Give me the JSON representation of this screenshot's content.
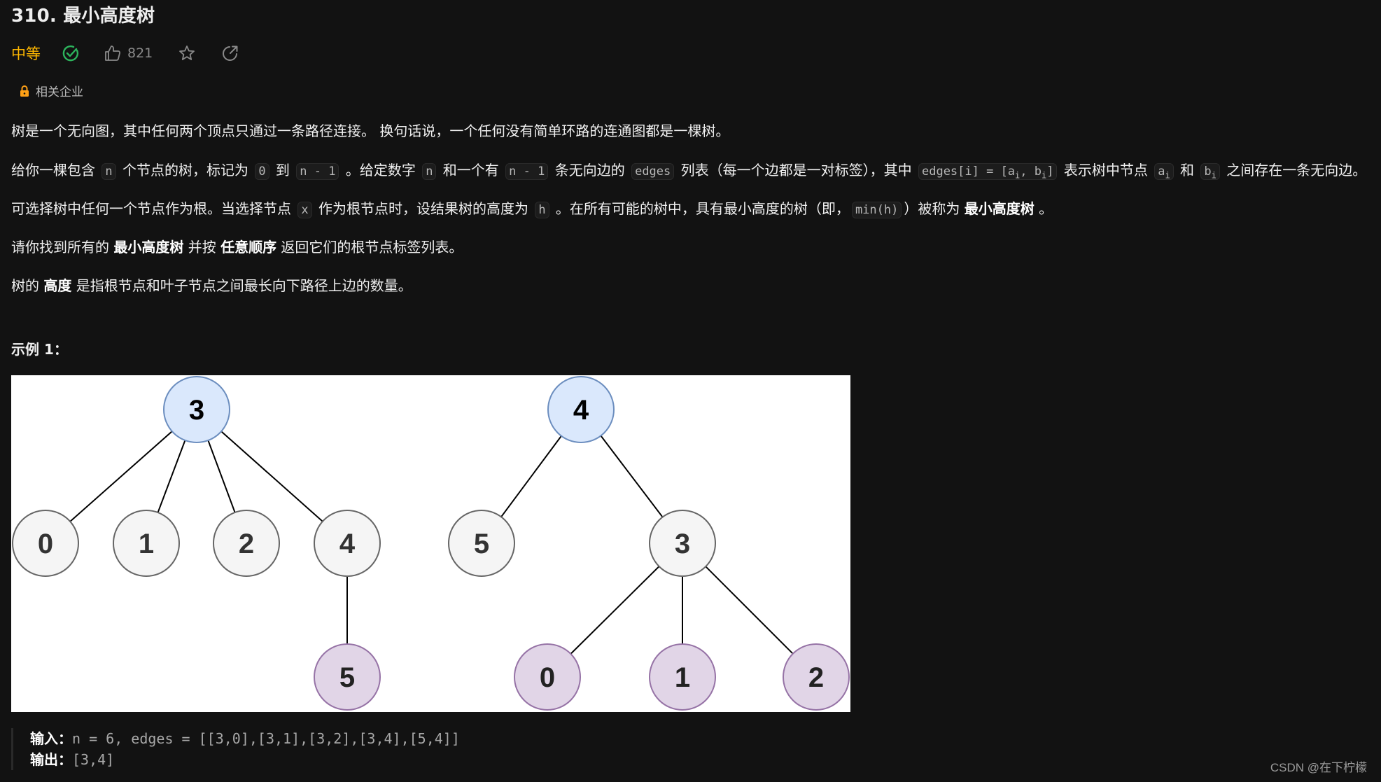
{
  "problem": {
    "title": "310. 最小高度树",
    "difficulty": "中等",
    "difficulty_color": "#ffb800",
    "solved_color": "#2db55d",
    "likes": "821",
    "companies_label": "相关企业",
    "lock_color": "#ffa116"
  },
  "description": {
    "p1": "树是一个无向图，其中任何两个顶点只通过一条路径连接。 换句话说，一个任何没有简单环路的连通图都是一棵树。",
    "p2": {
      "t1": "给你一棵包含 ",
      "c1": "n",
      "t2": " 个节点的树，标记为 ",
      "c2": "0",
      "t3": " 到 ",
      "c3": "n - 1",
      "t4": " 。给定数字 ",
      "c4": "n",
      "t5": " 和一个有 ",
      "c5": "n - 1",
      "t6": " 条无向边的 ",
      "c6": "edges",
      "t7": " 列表（每一个边都是一对标签），其中 ",
      "c7a": "edges[i] = [a",
      "c7sub1": "i",
      "c7b": ", b",
      "c7sub2": "i",
      "c7c": "]",
      "t8": " 表示树中节点 ",
      "c8": "a",
      "c8sub": "i",
      "t9": " 和 ",
      "c9": "b",
      "c9sub": "i",
      "t10": " 之间存在一条无向边。"
    },
    "p3": {
      "t1": "可选择树中任何一个节点作为根。当选择节点 ",
      "c1": "x",
      "t2": " 作为根节点时，设结果树的高度为 ",
      "c2": "h",
      "t3": " 。在所有可能的树中，具有最小高度的树（即，",
      "c3": "min(h)",
      "t4": "）被称为 ",
      "b1": "最小高度树",
      "t5": " 。"
    },
    "p4": {
      "t1": "请你找到所有的 ",
      "b1": "最小高度树",
      "t2": " 并按 ",
      "b2": "任意顺序",
      "t3": " 返回它们的根节点标签列表。"
    },
    "p5": {
      "t1": "树的 ",
      "b1": "高度",
      "t2": " 是指根节点和叶子节点之间最长向下路径上边的数量。"
    }
  },
  "example": {
    "title": "示例 1：",
    "input_label": "输入：",
    "input_value": "n = 6, edges = [[3,0],[3,1],[3,2],[3,4],[5,4]]",
    "output_label": "输出：",
    "output_value": "[3,4]",
    "figure": {
      "colors": {
        "root_fill": "#dae8fc",
        "root_stroke": "#6c8ebf",
        "node_fill": "#f5f5f5",
        "node_stroke": "#666666",
        "leaf_fill": "#e1d5e7",
        "leaf_stroke": "#9673a6"
      },
      "left_tree": {
        "nodes": [
          {
            "label": "3",
            "type": "root"
          },
          {
            "label": "0",
            "type": "node"
          },
          {
            "label": "1",
            "type": "node"
          },
          {
            "label": "2",
            "type": "node"
          },
          {
            "label": "4",
            "type": "node"
          },
          {
            "label": "5",
            "type": "leaf"
          }
        ]
      },
      "right_tree": {
        "nodes": [
          {
            "label": "4",
            "type": "root"
          },
          {
            "label": "5",
            "type": "node"
          },
          {
            "label": "3",
            "type": "node"
          },
          {
            "label": "0",
            "type": "leaf"
          },
          {
            "label": "1",
            "type": "leaf"
          },
          {
            "label": "2",
            "type": "leaf"
          }
        ]
      }
    }
  },
  "watermark": "CSDN @在下柠檬"
}
